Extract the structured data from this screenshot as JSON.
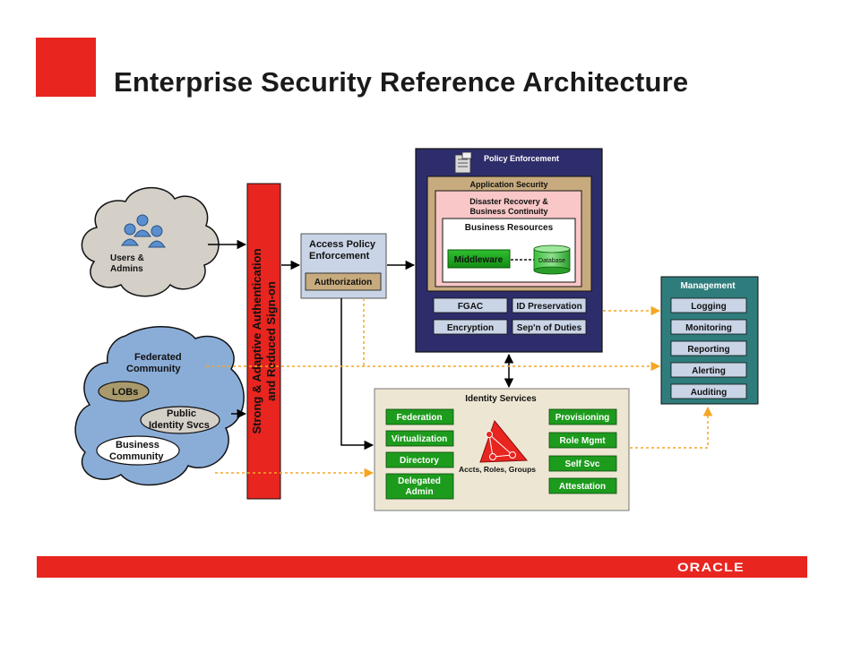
{
  "slide": {
    "title": "Enterprise Security Reference Architecture",
    "logo_text": "ORACLE"
  },
  "colors": {
    "brand_red": "#e8251f",
    "policy_navy": "#2e2d6b",
    "app_tan": "#c7ab7e",
    "dr_pink": "#f9c7c7",
    "green": "#1d9b1d",
    "management_teal": "#2f7c7c",
    "identity_beige": "#ede6d2",
    "arrow_orange": "#f5a623",
    "cloud_blue": "#8aadd8",
    "cloud_gray": "#d4d0c8"
  },
  "diagram": {
    "users_cloud": {
      "label_line1": "Users &",
      "label_line2": "Admins"
    },
    "federated_cloud": {
      "title_line1": "Federated",
      "title_line2": "Community",
      "lobs": "LOBs",
      "public_line1": "Public",
      "public_line2": "Identity Svcs",
      "business_line1": "Business",
      "business_line2": "Community"
    },
    "auth_bar": {
      "line1": "Strong & Adaptive Authentication",
      "line2": "and Reduced Sign-on"
    },
    "access_policy": {
      "line1": "Access Policy",
      "line2": "Enforcement",
      "authorization": "Authorization"
    },
    "policy_enforcement": {
      "header": "Policy Enforcement",
      "application_security": "Application Security",
      "dr_line1": "Disaster Recovery &",
      "dr_line2": "Business Continuity",
      "business_resources": "Business Resources",
      "middleware": "Middleware",
      "database": "Database",
      "fgac": "FGAC",
      "id_preservation": "ID Preservation",
      "encryption": "Encryption",
      "sep_duties": "Sep'n of Duties"
    },
    "management": {
      "header": "Management",
      "items": [
        "Logging",
        "Monitoring",
        "Reporting",
        "Alerting",
        "Auditing"
      ]
    },
    "identity_services": {
      "header": "Identity Services",
      "left_items": [
        "Federation",
        "Virtualization",
        "Directory"
      ],
      "delegated_line1": "Delegated",
      "delegated_line2": "Admin",
      "right_items": [
        "Provisioning",
        "Role Mgmt",
        "Self Svc",
        "Attestation"
      ],
      "center_label": "Accts, Roles, Groups"
    }
  }
}
